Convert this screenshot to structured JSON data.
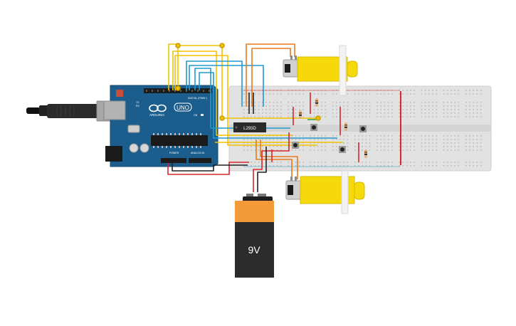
{
  "arduino": {
    "brand": "ARDUINO",
    "model": "UNO",
    "header_digital": "DIGITAL (PWM~)",
    "header_power": "POWER",
    "header_analog": "ANALOG IN",
    "label_tx": "TX",
    "label_rx": "RX",
    "label_on": "ON",
    "label_l": "L",
    "body_color": "#1b5e8e",
    "usb_color": "#9e9e9e"
  },
  "ic": {
    "label": "L293D",
    "color": "#2a2a2a"
  },
  "battery": {
    "label": "9V",
    "top_color": "#f39a3a",
    "body_color": "#2c2c2c"
  },
  "motors": {
    "top": {
      "color": "#f5d90b"
    },
    "bottom": {
      "color": "#f5d90b"
    }
  },
  "wire_colors": {
    "yellow": "#f2c200",
    "orange": "#e87a1d",
    "blue": "#1f9bd0",
    "red": "#d9262b",
    "black": "#222222",
    "green": "#3fa34d"
  },
  "icons": {
    "arduino_logo": "infinity-logo-icon",
    "usb_cable": "usb-cable-icon",
    "push_button": "push-button-icon",
    "resistor": "resistor-icon"
  }
}
